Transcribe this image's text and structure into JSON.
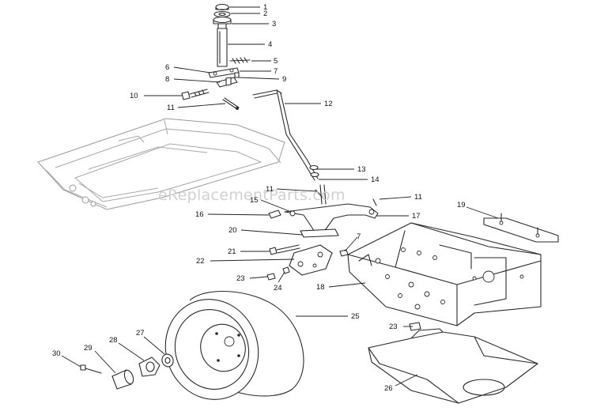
{
  "watermark": "eReplacementParts.com",
  "callouts": [
    {
      "id": "c1",
      "label": "1"
    },
    {
      "id": "c2",
      "label": "2"
    },
    {
      "id": "c3",
      "label": "3"
    },
    {
      "id": "c4",
      "label": "4"
    },
    {
      "id": "c5",
      "label": "5"
    },
    {
      "id": "c6",
      "label": "6"
    },
    {
      "id": "c7a",
      "label": "7"
    },
    {
      "id": "c8",
      "label": "8"
    },
    {
      "id": "c9",
      "label": "9"
    },
    {
      "id": "c10",
      "label": "10"
    },
    {
      "id": "c11a",
      "label": "11"
    },
    {
      "id": "c12",
      "label": "12"
    },
    {
      "id": "c13",
      "label": "13"
    },
    {
      "id": "c14",
      "label": "14"
    },
    {
      "id": "c11b",
      "label": "11"
    },
    {
      "id": "c11c",
      "label": "11"
    },
    {
      "id": "c15",
      "label": "15"
    },
    {
      "id": "c16",
      "label": "16"
    },
    {
      "id": "c17",
      "label": "17"
    },
    {
      "id": "c19",
      "label": "19"
    },
    {
      "id": "c20",
      "label": "20"
    },
    {
      "id": "c7b",
      "label": "7"
    },
    {
      "id": "c21",
      "label": "21"
    },
    {
      "id": "c22",
      "label": "22"
    },
    {
      "id": "c23a",
      "label": "23"
    },
    {
      "id": "c24",
      "label": "24"
    },
    {
      "id": "c18",
      "label": "18"
    },
    {
      "id": "c25",
      "label": "25"
    },
    {
      "id": "c23b",
      "label": "23"
    },
    {
      "id": "c27",
      "label": "27"
    },
    {
      "id": "c28",
      "label": "28"
    },
    {
      "id": "c29",
      "label": "29"
    },
    {
      "id": "c30",
      "label": "30"
    },
    {
      "id": "c26",
      "label": "26"
    }
  ]
}
